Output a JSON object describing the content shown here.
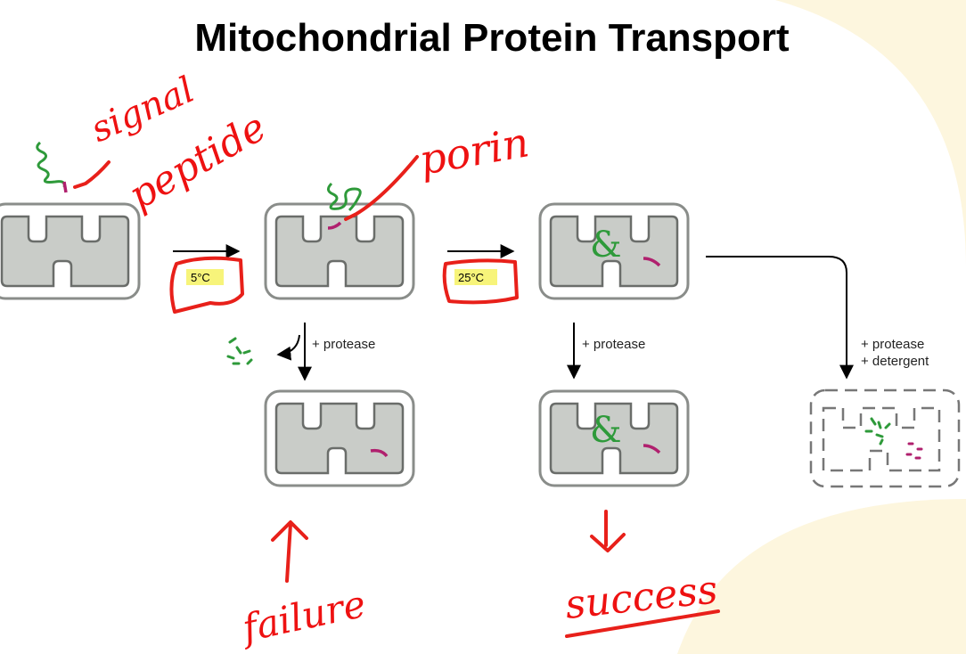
{
  "title": "Mitochondrial Protein Transport",
  "colors": {
    "annotation_red": "#e8201a",
    "protein_green": "#2e9a3a",
    "signal_magenta": "#b0206e",
    "matrix_gray": "#c9ccc8",
    "temp_highlight": "#f7f47a",
    "background_wave": "#fdf6de"
  },
  "steps": {
    "temp_cold": "5°C",
    "temp_warm": "25°C",
    "protease": "+ protease",
    "protease_2": "+ protease",
    "protease_detergent_1": "+ protease",
    "protease_detergent_2": "+ detergent"
  },
  "annotations": {
    "signal": "signal",
    "peptide": "peptide",
    "porin": "porin",
    "failure": "failure",
    "success": "success"
  }
}
